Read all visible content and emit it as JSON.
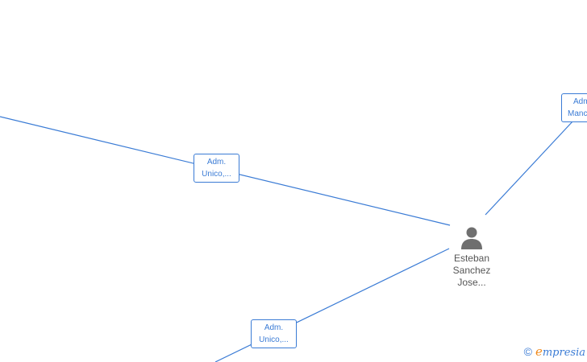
{
  "roles": [
    {
      "line1": "Adm.",
      "line2": "Unico,..."
    },
    {
      "line1": "Adm.",
      "line2": "Unico,..."
    },
    {
      "line1": "Adm",
      "line2": "Manc"
    }
  ],
  "person": {
    "line1": "Esteban",
    "line2": "Sanchez",
    "line3": "Jose..."
  },
  "watermark": {
    "symbol": "©",
    "brand_initial": "e",
    "brand_rest": "mpresia"
  },
  "icons": {
    "person": "person-icon",
    "copyright": "copyright-icon"
  },
  "colors": {
    "edge": "#3a7bd5",
    "person_icon": "#6f6f6f",
    "brand_accent": "#f08a1c"
  }
}
